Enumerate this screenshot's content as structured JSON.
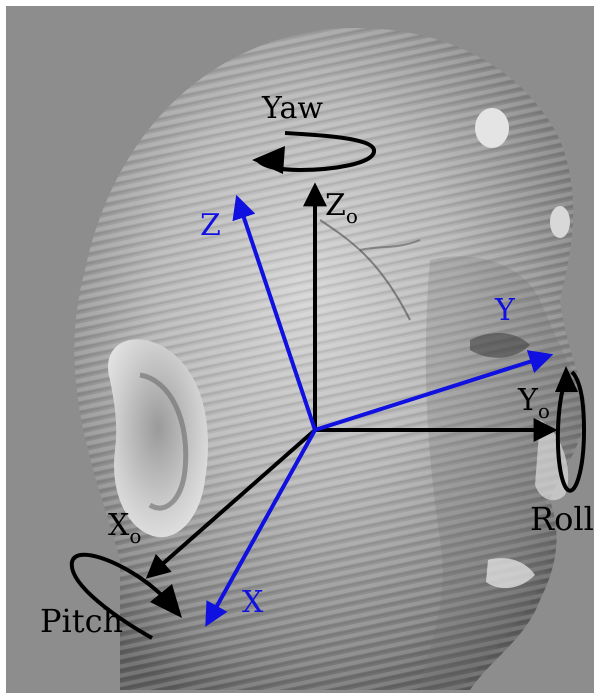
{
  "colors": {
    "background": "#ffffff",
    "panel": "#8d8d8d",
    "head": "#a9a9a9",
    "head_highlight": "#d8d8d8",
    "head_shadow": "#5e5e5e",
    "black_axes": "#000000",
    "blue_axes": "#1010e0"
  },
  "labels": {
    "yaw": "Yaw",
    "pitch": "Pitch",
    "roll": "Roll"
  },
  "world_axes": {
    "z": {
      "letter": "Z",
      "sub": "o"
    },
    "y": {
      "letter": "Y",
      "sub": "o"
    },
    "x": {
      "letter": "X",
      "sub": "o"
    }
  },
  "head_axes": {
    "z": "Z",
    "y": "Y",
    "x": "X"
  }
}
